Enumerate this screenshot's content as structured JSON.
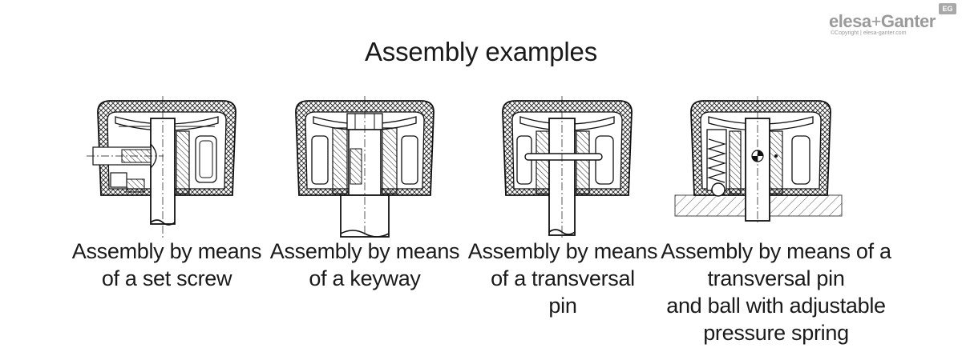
{
  "title": "Assembly examples",
  "logo": {
    "brand_left": "elesa",
    "brand_sep": "+",
    "brand_right": "Ganter",
    "badge": "EG",
    "copyright": "©Copyright | elesa-ganter.com"
  },
  "examples": [
    {
      "caption": [
        "Assembly by means",
        "of a set screw"
      ]
    },
    {
      "caption": [
        "Assembly by means",
        "of a keyway"
      ]
    },
    {
      "caption": [
        "Assembly by means",
        "of a transversal",
        "pin"
      ]
    },
    {
      "caption": [
        "Assembly by means of a",
        "transversal pin",
        "and ball with adjustable",
        "pressure spring"
      ]
    }
  ]
}
